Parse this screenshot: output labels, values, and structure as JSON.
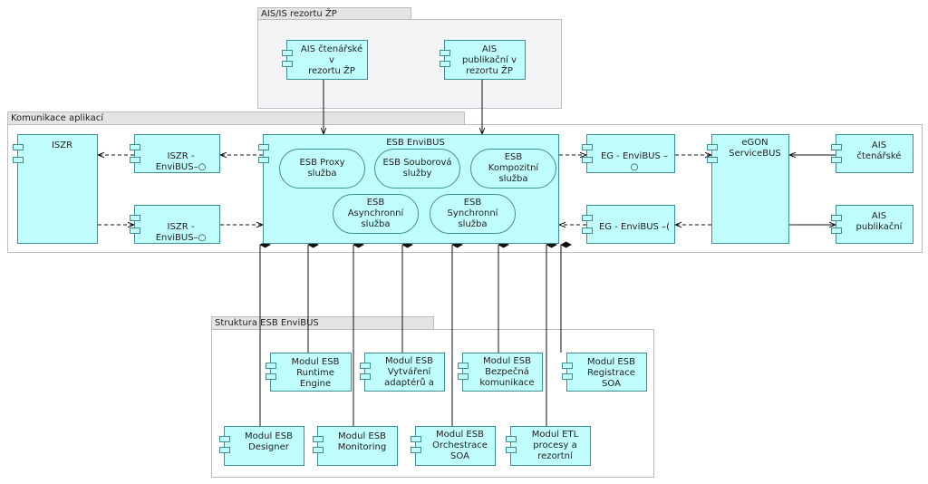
{
  "groups": {
    "ais": "AIS/IS rezortu ŽP",
    "komunikace": "Komunikace aplikací",
    "struktura": "Struktura ESB EnviBUS"
  },
  "components": {
    "ais_ctenarske_rezort": "AIS čtenářské v\nrezortu ŽP",
    "ais_publikacni_rezort": "AIS publikační v\nrezortu ŽP",
    "iszr": "ISZR",
    "iszr_envibus_1": "ISZR - EnviBUS",
    "iszr_envibus_2": "ISZR - EnviBUS",
    "esb_envibus": "ESB EnviBUS",
    "eg_envibus_1": "EG - EnviBUS",
    "eg_envibus_2": "EG - EnviBUS",
    "egon": "eGON\nServiceBUS",
    "ais_ctenarske": "AIS čtenářské",
    "ais_publikacni": "AIS publikační",
    "modul_runtime": "Modul ESB\nRuntime Engine",
    "modul_adapteru": "Modul ESB\nVytváření\nadaptérů a",
    "modul_bezpecna": "Modul ESB\nBezpečná\nkomunikace",
    "modul_registrace": "Modul ESB\nRegistrace SOA",
    "modul_designer": "Modul ESB\nDesigner",
    "modul_monitoring": "Modul ESB\nMonitoring",
    "modul_orchestrace": "Modul ESB\nOrchestrace\nSOA",
    "modul_etl": "Modul ETL\nprocesy a\nrezortní"
  },
  "services": {
    "proxy": "ESB Proxy\nslužba",
    "souborova": "ESB Souborová\nslužby",
    "kompozitni": "ESB\nKompozitní\nslužba",
    "asynchronni": "ESB\nAsynchronní\nslužba",
    "synchronni": "ESB\nSynchronní\nslužba"
  }
}
